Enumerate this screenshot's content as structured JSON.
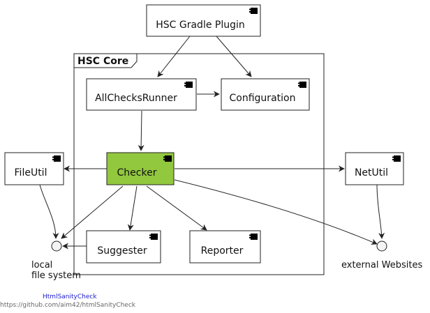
{
  "package": {
    "title": "HSC Core"
  },
  "components": {
    "gradle_plugin": "HSC Gradle Plugin",
    "all_checks_runner": "AllChecksRunner",
    "configuration": "Configuration",
    "checker": "Checker",
    "file_util": "FileUtil",
    "net_util": "NetUtil",
    "suggester": "Suggester",
    "reporter": "Reporter"
  },
  "interfaces": {
    "local_fs": [
      "local",
      "file system"
    ],
    "external": "external Websites"
  },
  "caption": "HtmlSanityCheck",
  "footer": "https://github.com/aim42/htmlSanityCheck",
  "colors": {
    "checker_fill": "#92c83e"
  },
  "icons": {
    "component": "component-icon",
    "interface": "interface-circle-icon"
  }
}
